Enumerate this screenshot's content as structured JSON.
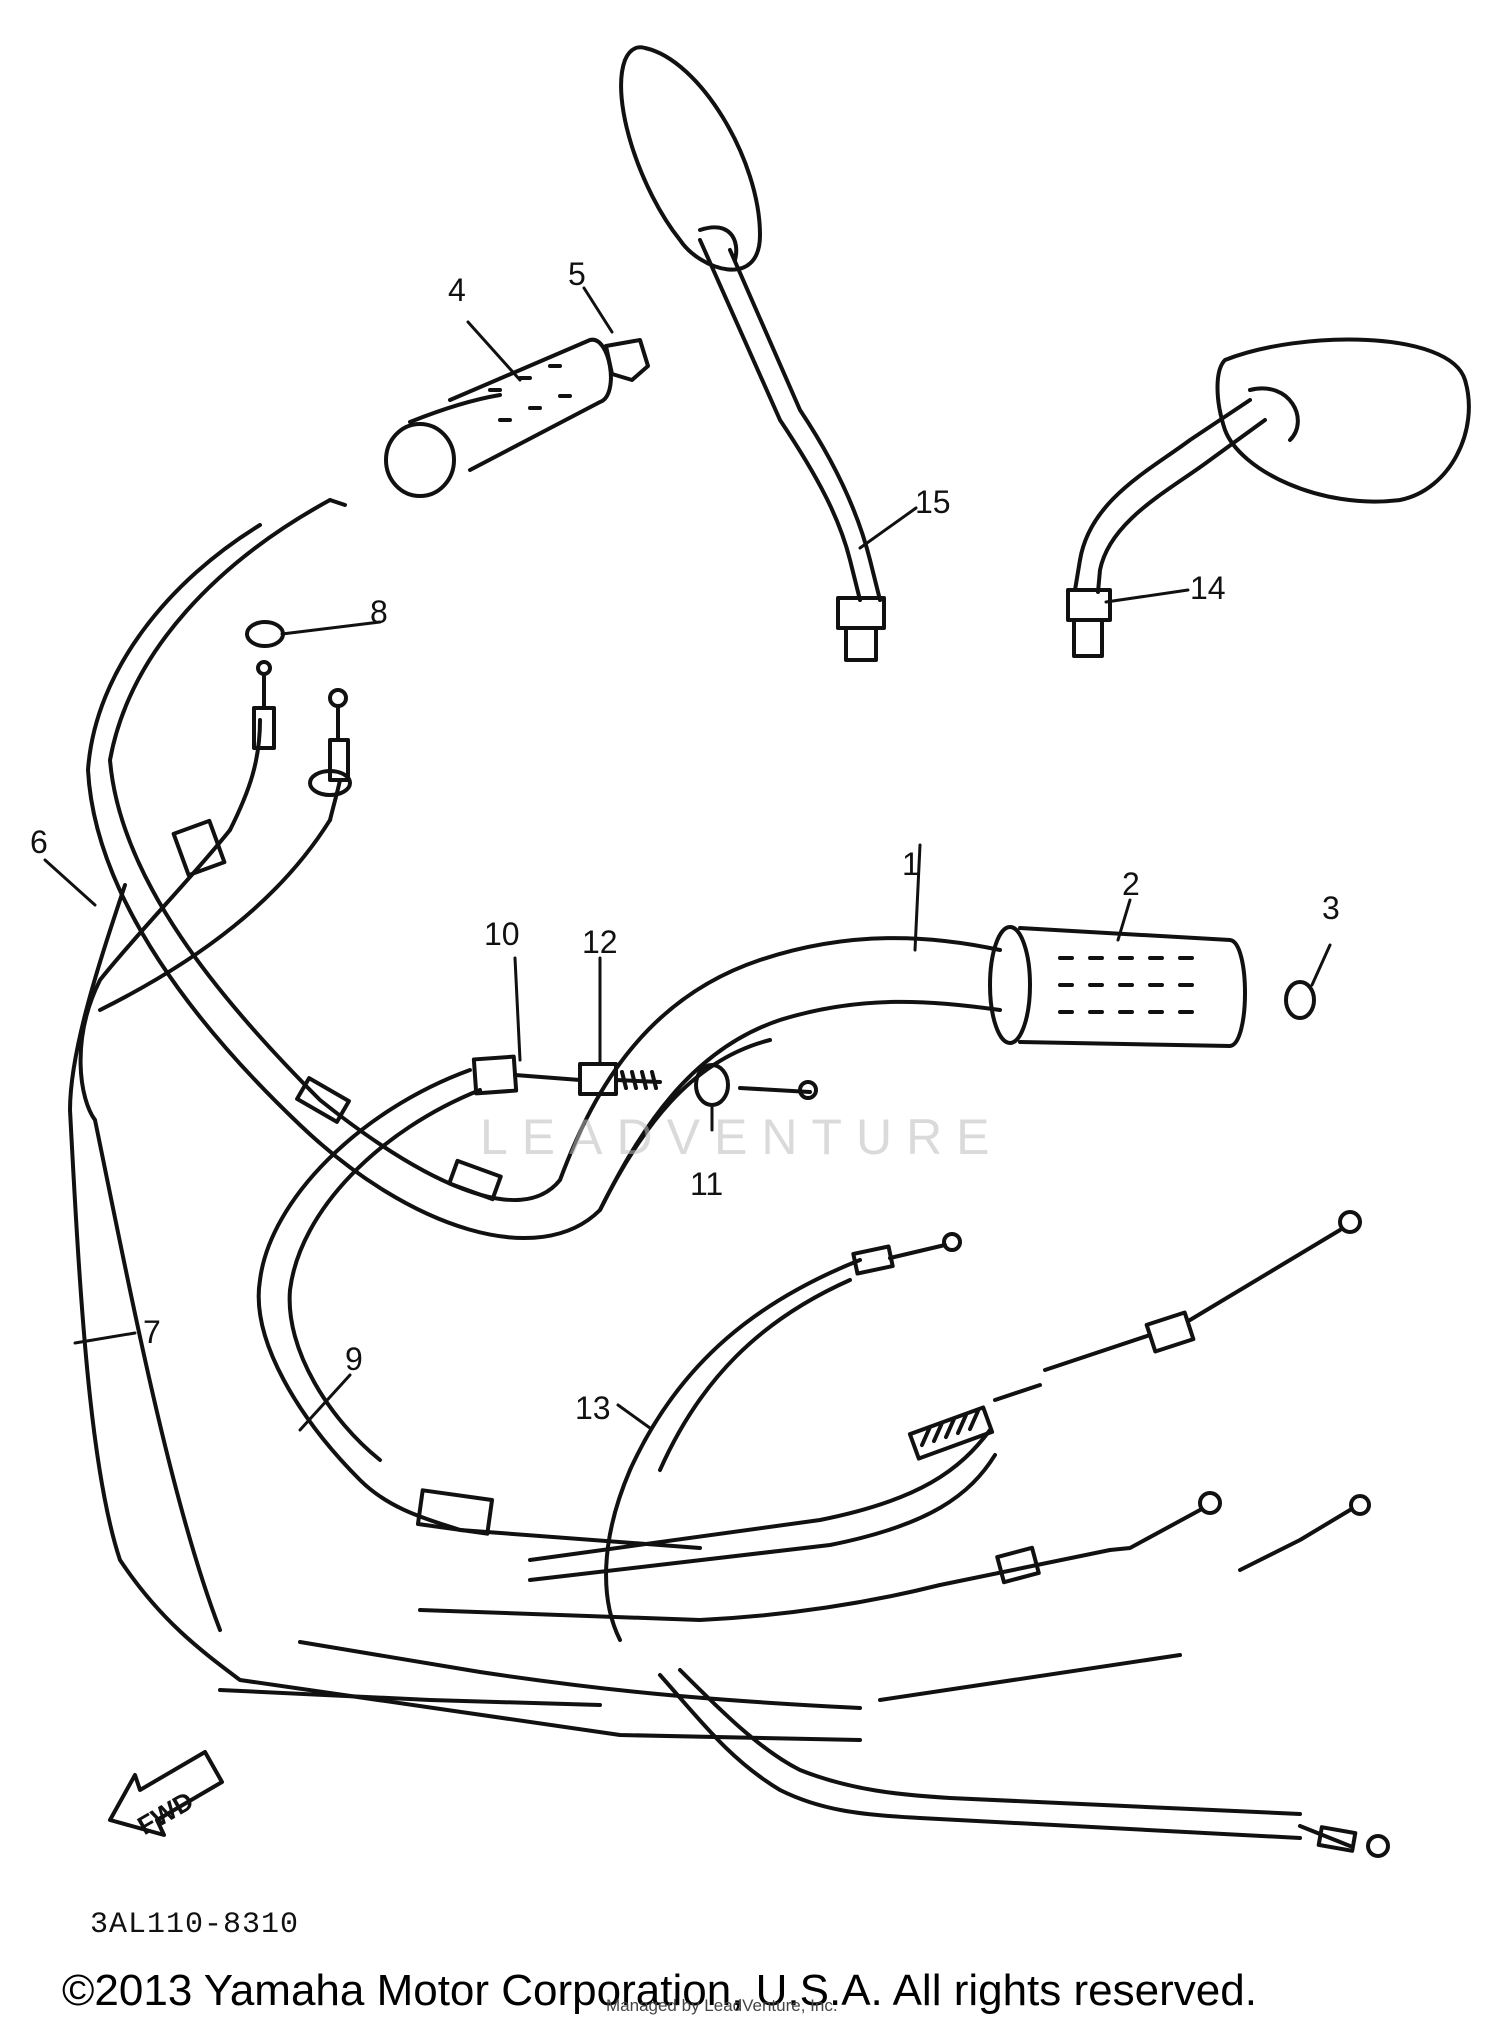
{
  "diagram": {
    "callouts": [
      {
        "id": "1",
        "label": "1"
      },
      {
        "id": "2",
        "label": "2"
      },
      {
        "id": "3",
        "label": "3"
      },
      {
        "id": "4",
        "label": "4"
      },
      {
        "id": "5",
        "label": "5"
      },
      {
        "id": "6",
        "label": "6"
      },
      {
        "id": "7",
        "label": "7"
      },
      {
        "id": "8",
        "label": "8"
      },
      {
        "id": "9",
        "label": "9"
      },
      {
        "id": "10",
        "label": "10"
      },
      {
        "id": "11",
        "label": "11"
      },
      {
        "id": "12",
        "label": "12"
      },
      {
        "id": "13",
        "label": "13"
      },
      {
        "id": "14",
        "label": "14"
      },
      {
        "id": "15",
        "label": "15"
      }
    ],
    "fwd_label": "FWD",
    "drawing_code": "3AL110-8310",
    "watermark": "LEADVENTURE",
    "copyright": "©2013 Yamaha Motor Corporation, U.S.A. All rights reserved.",
    "leadventure_note": "Managed by LeadVenture, Inc."
  }
}
